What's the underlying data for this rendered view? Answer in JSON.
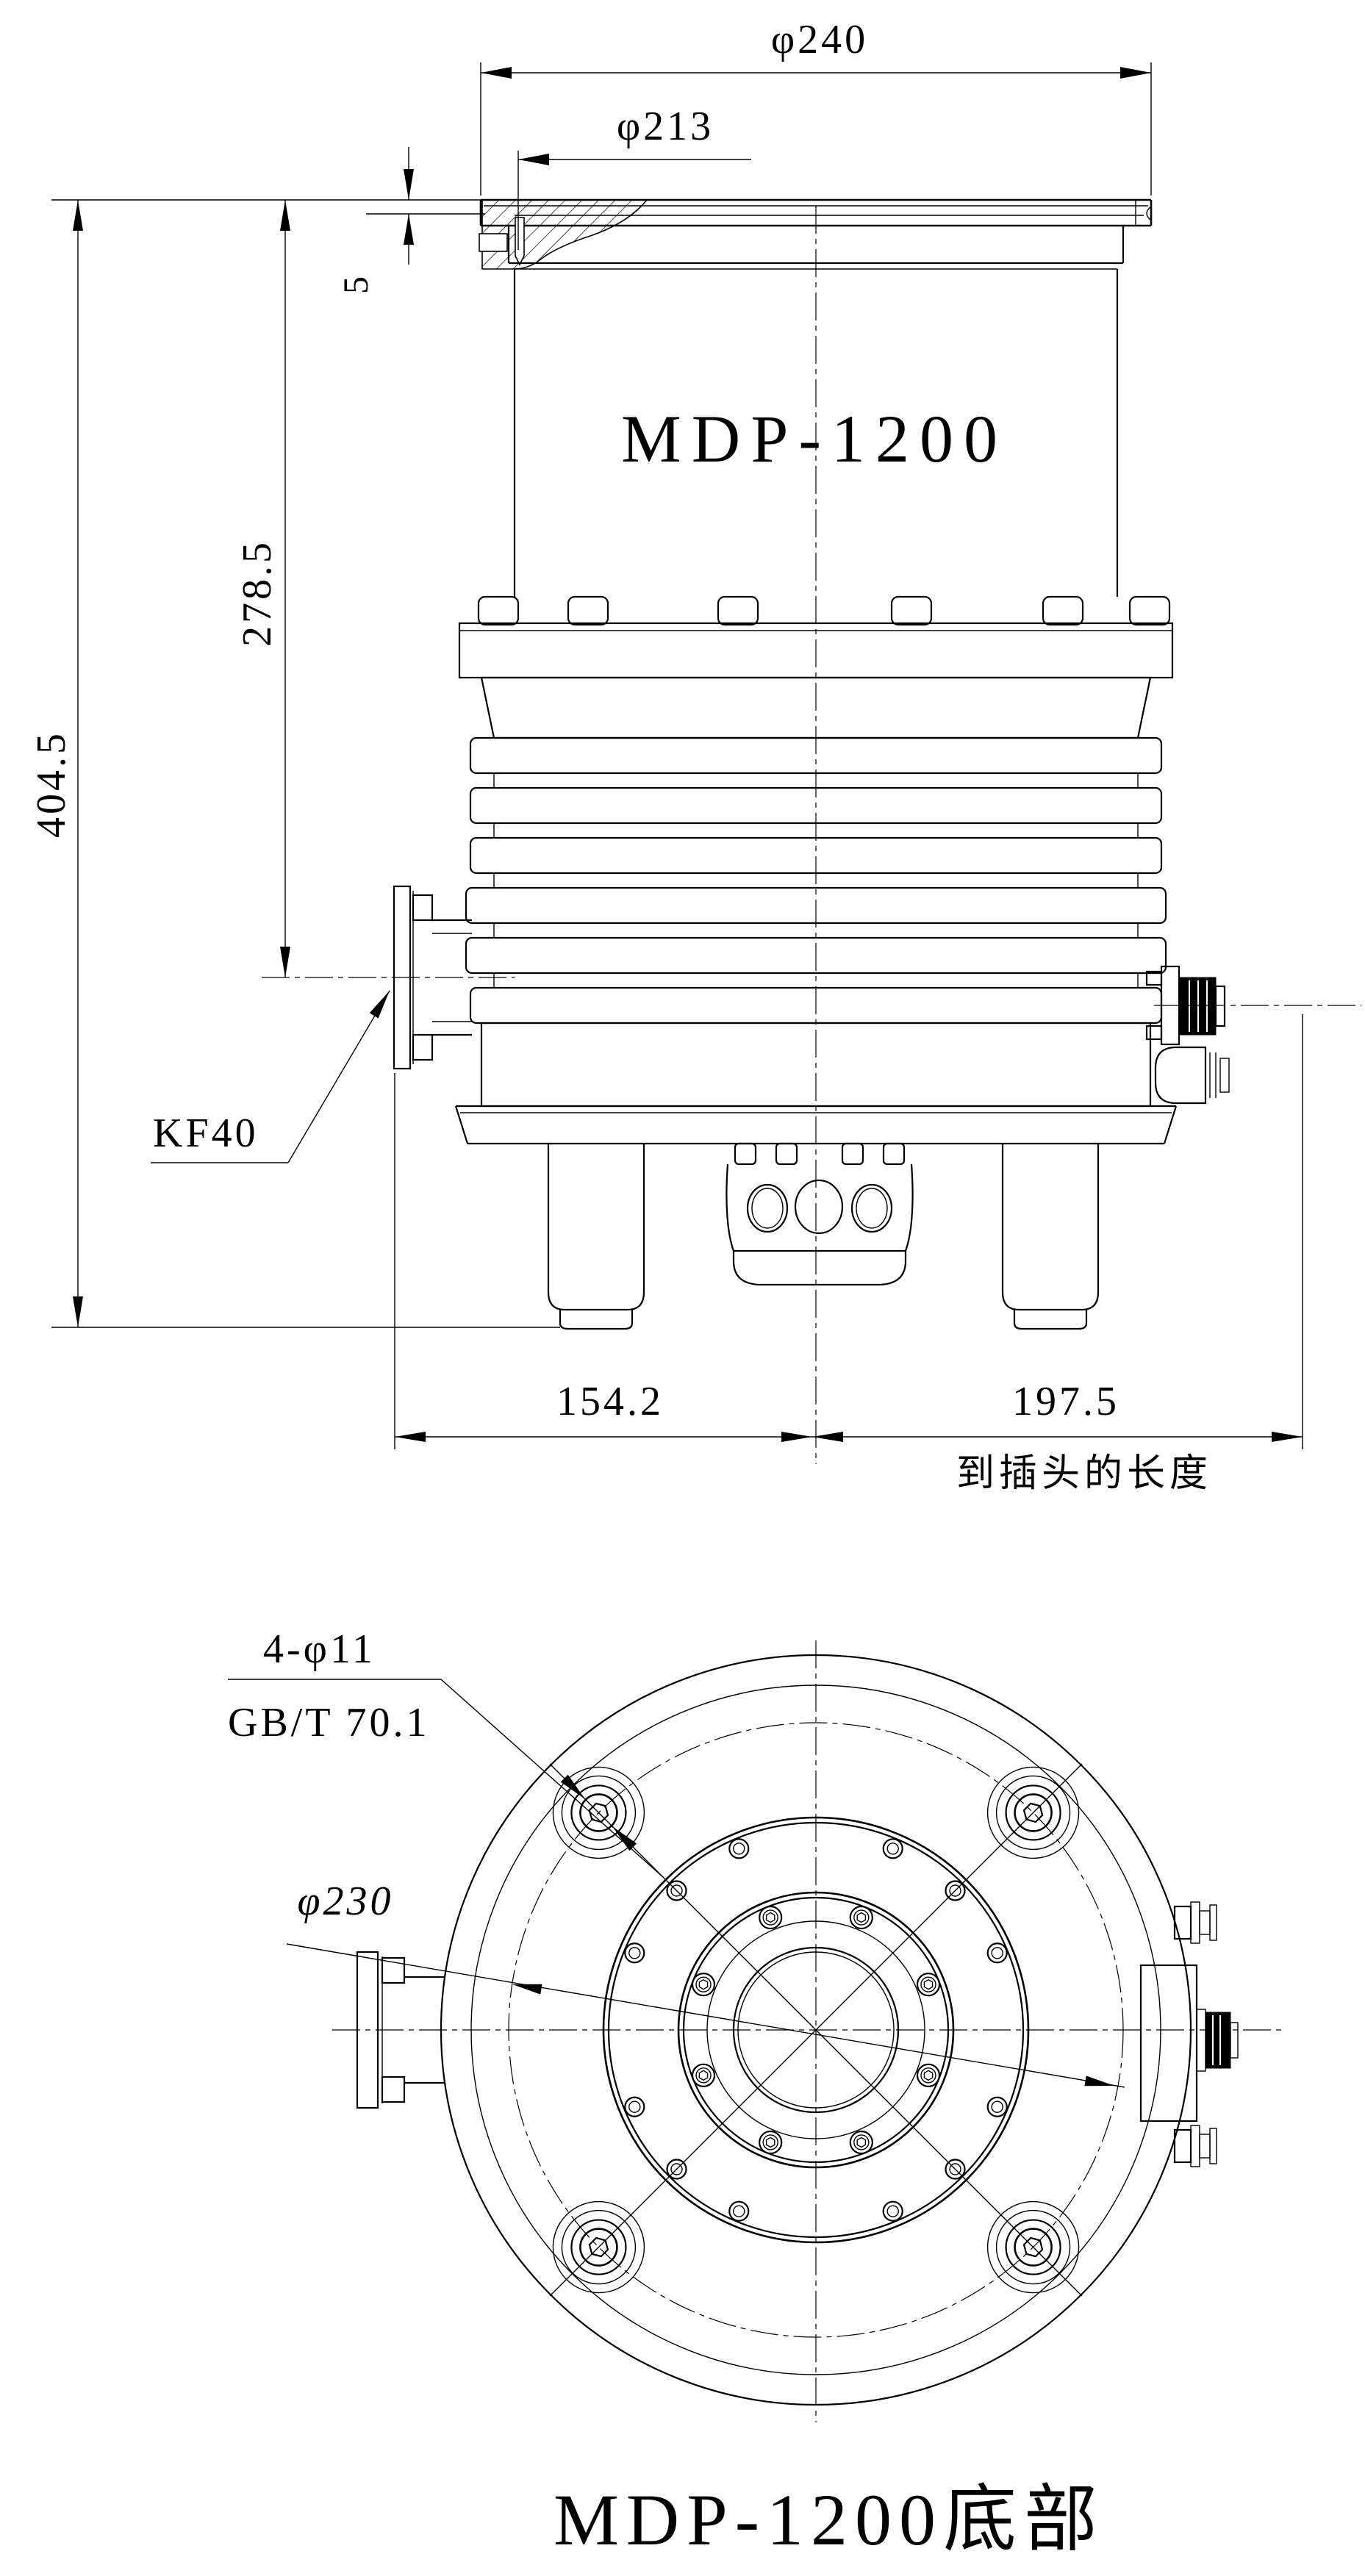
{
  "side_view": {
    "model": "MDP-1200",
    "dim_top_flange_od": "φ240",
    "dim_top_flange_id": "φ213",
    "dim_flange_lip": "5",
    "dim_total_height": "404.5",
    "dim_port_height": "278.5",
    "port_label": "KF40",
    "dim_left_to_center": "154.2",
    "dim_center_to_plug": "197.5",
    "plug_note": "到插头的长度"
  },
  "bottom_view": {
    "title": "MDP-1200底部",
    "screw_callout_line1": "4-φ11",
    "screw_callout_line2": "GB/T 70.1",
    "dim_bolt_circle": "φ230"
  },
  "colors": {
    "line": "#000000",
    "background": "#ffffff"
  }
}
